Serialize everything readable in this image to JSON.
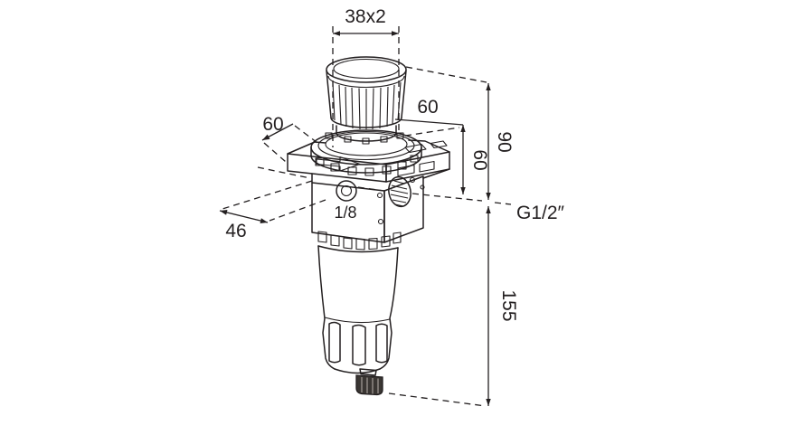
{
  "drawing": {
    "description": "Isometric technical drawing of a pneumatic filter-regulator with dimension annotations",
    "colors": {
      "line": "#231f20",
      "background": "#ffffff",
      "drain_fill": "#3a3633"
    },
    "labels": {
      "thread_top": "38x2",
      "depth_left": "60",
      "width_right": "60",
      "height_body": "60",
      "height_overall": "90",
      "depth_bottom": "46",
      "port_front": "1/8",
      "port_side": "G1/2″",
      "height_bowl": "155"
    }
  }
}
